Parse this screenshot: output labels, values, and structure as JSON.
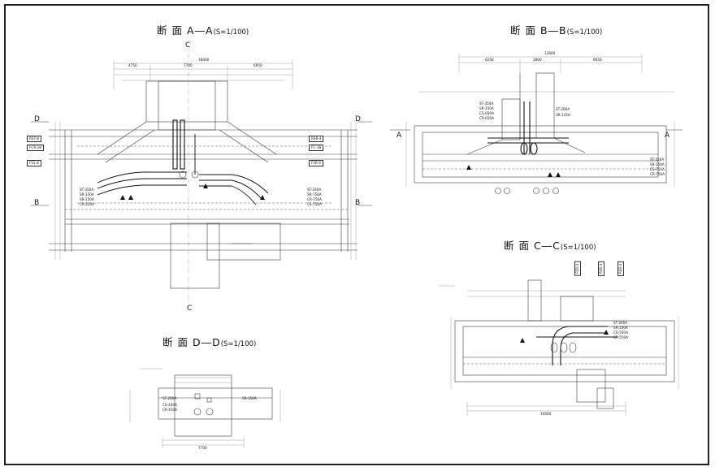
{
  "sheet": {
    "sections": {
      "aa": {
        "title": "断 面 A―A",
        "scale": "(S=1/100)"
      },
      "bb": {
        "title": "断 面 B―B",
        "scale": "(S=1/100)"
      },
      "cc": {
        "title": "断 面 C―C",
        "scale": "(S=1/100)"
      },
      "dd": {
        "title": "断 面 D―D",
        "scale": "(S=1/100)"
      }
    },
    "section_marks": {
      "c_top": "C",
      "c_bottom": "C",
      "d_left": "D",
      "d_right": "D",
      "b_left": "B",
      "b_right": "B",
      "a_left": "A",
      "a_right": "A"
    },
    "aa_tags_left": [
      "RST-8",
      "FCR-18",
      "FS1-8"
    ],
    "aa_tags_right": [
      "RSR-4",
      "FC-18",
      "FSR-4"
    ],
    "aa_pipe_labels": [
      "ST-350A",
      "SR-750A",
      "CR-750A",
      "CS-750A"
    ],
    "aa_pipe_labels_left": [
      "ST-350A",
      "SR-150A",
      "SR-150A",
      "CR-550A"
    ],
    "bb_pipe_labels_left": [
      "ST-350A",
      "SR-150A",
      "CS-650A",
      "CR-650A"
    ],
    "bb_pipe_labels_right": [
      "ST-350A",
      "SR-150A",
      "CS-750A",
      "CR-750A"
    ],
    "bb_pipe_labels_top": [
      "ST-200A",
      "SR-125A"
    ],
    "cc_pipe_labels": [
      "ST-200A",
      "SR-150A",
      "CS-550A",
      "CR-550A"
    ],
    "cc_tags_top": [
      "FZR-4",
      "RSR-4",
      "RSR-4"
    ],
    "dd_pipe_labels_left": [
      "ST-200A",
      "CS-450A",
      "CR-450A"
    ],
    "dd_pipe_labels_right": [
      "SR-150A"
    ],
    "dims": {
      "aa_top": "18400",
      "aa_sub": [
        "4750",
        "7700",
        "6950"
      ],
      "bb_top": "13600",
      "bb_sub": [
        "6250",
        "2800",
        "6650"
      ],
      "dd_bottom": "7700",
      "cc_bottom": "10650"
    },
    "colors": {
      "line": "#3a3a3a",
      "frame": "#222222",
      "background": "#ffffff"
    }
  }
}
